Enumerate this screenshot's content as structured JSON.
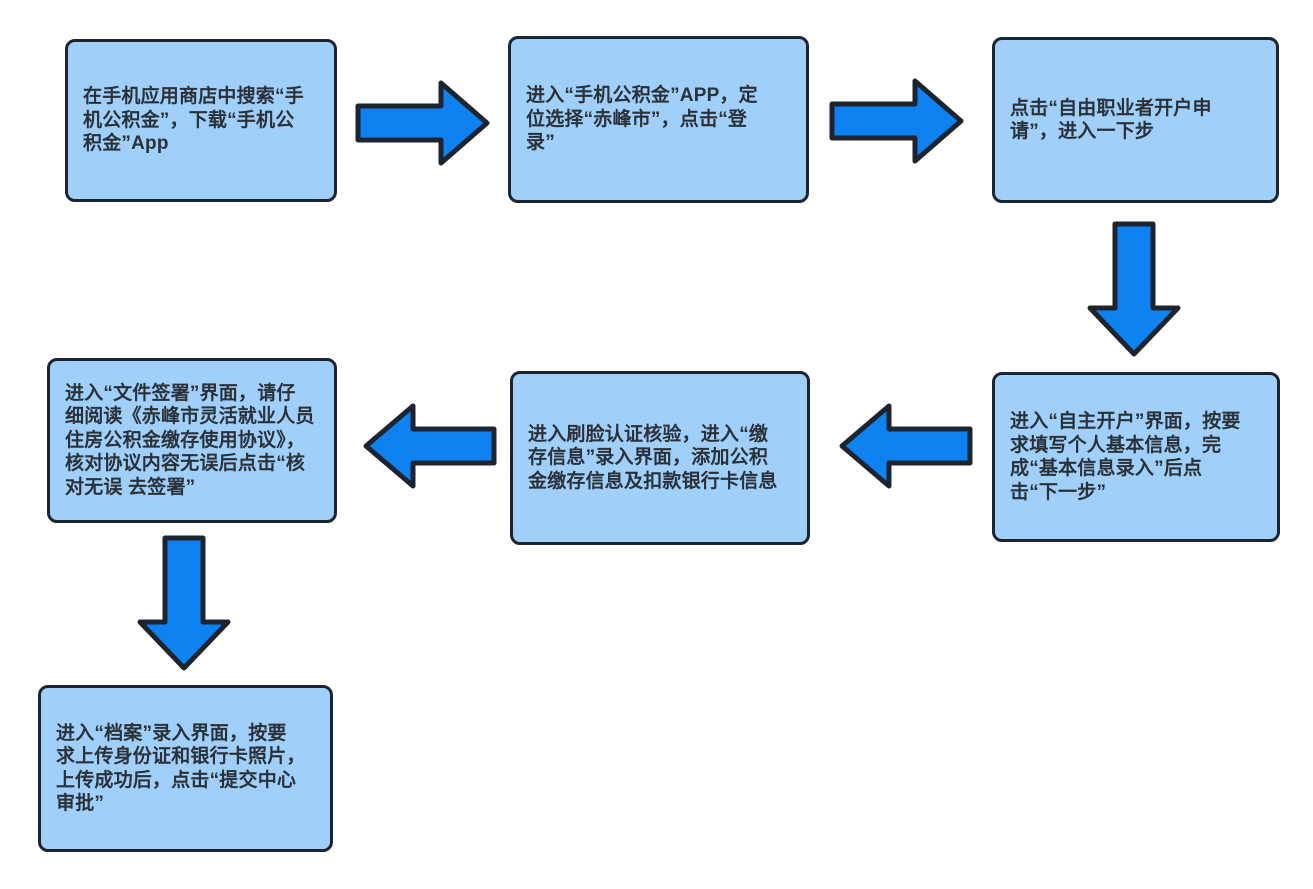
{
  "flowchart": {
    "type": "flow-diagram",
    "background": "#ffffff",
    "colors": {
      "box_fill": "#A0CFF9",
      "box_border": "#1C2430",
      "arrow_fill": "#0E82F0",
      "arrow_border": "#1C2430",
      "text": "#2A3138"
    },
    "steps": [
      {
        "id": "step-1",
        "text": "在手机应用商店中搜索“手\n机公积金”，下载“手机公\n积金”App"
      },
      {
        "id": "step-2",
        "text": "进入“手机公积金”APP，定\n位选择“赤峰市”，点击“登\n录”"
      },
      {
        "id": "step-3",
        "text": "点击“自由职业者开户申\n请”，进入一下步"
      },
      {
        "id": "step-4",
        "text": "进入“自主开户”界面，按要\n求填写个人基本信息，完\n成“基本信息录入”后点\n击“下一步”"
      },
      {
        "id": "step-5",
        "text": "进入刷脸认证核验，进入“缴\n存信息”录入界面，添加公积\n金缴存信息及扣款银行卡信息"
      },
      {
        "id": "step-6",
        "text": "进入“文件签署”界面，请仔\n细阅读《赤峰市灵活就业人员\n住房公积金缴存使用协议》，\n核对协议内容无误后点击“核\n对无误 去签署”"
      },
      {
        "id": "step-7",
        "text": "进入“档案”录入界面，按要\n求上传身份证和银行卡照片，\n上传成功后，点击“提交中心\n审批”"
      }
    ],
    "connections": [
      {
        "from": "step-1",
        "to": "step-2",
        "direction": "right"
      },
      {
        "from": "step-2",
        "to": "step-3",
        "direction": "right"
      },
      {
        "from": "step-3",
        "to": "step-4",
        "direction": "down"
      },
      {
        "from": "step-4",
        "to": "step-5",
        "direction": "left"
      },
      {
        "from": "step-5",
        "to": "step-6",
        "direction": "left"
      },
      {
        "from": "step-6",
        "to": "step-7",
        "direction": "down"
      }
    ]
  }
}
